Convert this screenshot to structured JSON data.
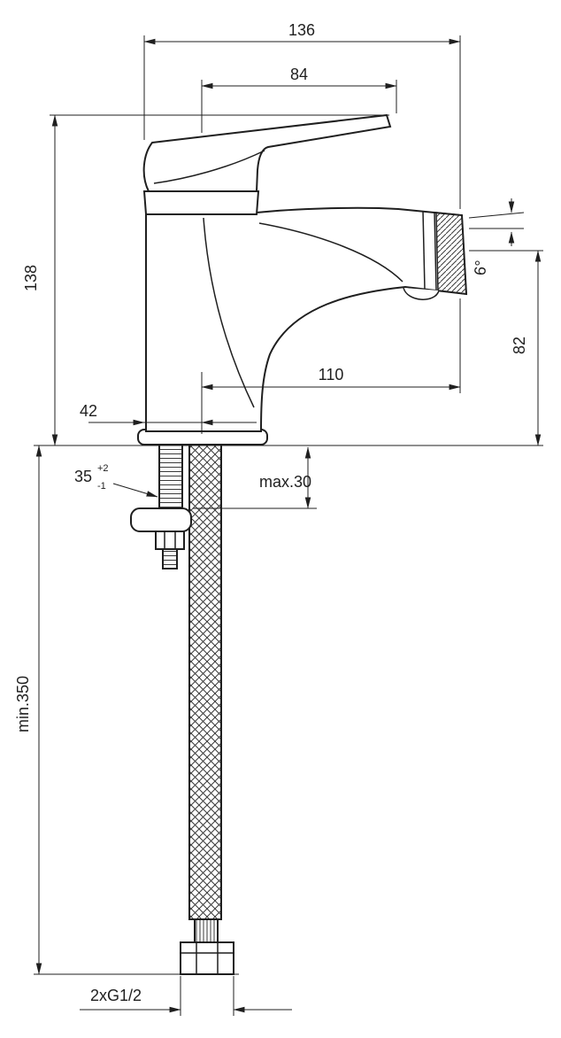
{
  "drawing": {
    "type": "technical-dimension-drawing",
    "subject": "single-lever bidet mixer faucet, side elevation with flexible supply hose",
    "line_color": "#1f1f1f",
    "background_color": "#ffffff",
    "dimensions": {
      "overall_width": "136",
      "lever_length": "84",
      "body_height": "138",
      "outlet_height": "82",
      "spout_reach": "110",
      "base_offset": "42",
      "deck_thickness_value": "35",
      "deck_thickness_tol_upper": "+2",
      "deck_thickness_tol_lower": "-1",
      "max_mounting_thickness": "max.30",
      "outlet_angle": "6°",
      "min_hose_length": "min.350",
      "thread_spec": "2xG1/2"
    }
  }
}
